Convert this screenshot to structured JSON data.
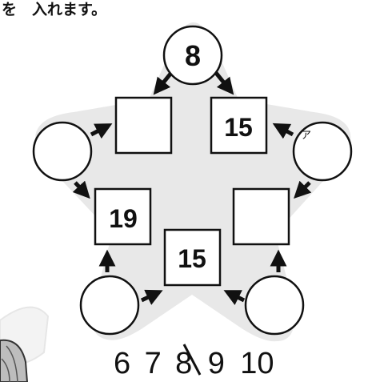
{
  "instruction_fragment": "を　入れます。",
  "circles": {
    "top": "8",
    "left": "",
    "right": "",
    "bottom_left": "",
    "bottom_right": ""
  },
  "circle_marker_right": "ア",
  "squares": {
    "upper_left": "",
    "upper_right": "15",
    "middle_left": "19",
    "middle_right": "",
    "bottom": "15"
  },
  "number_choices": [
    "6",
    "7",
    "8",
    "9",
    "10"
  ],
  "crossed_out_choice": "8",
  "colors": {
    "star_fill": "#e8e8e8",
    "stroke": "#111111",
    "box_fill": "#ffffff"
  }
}
